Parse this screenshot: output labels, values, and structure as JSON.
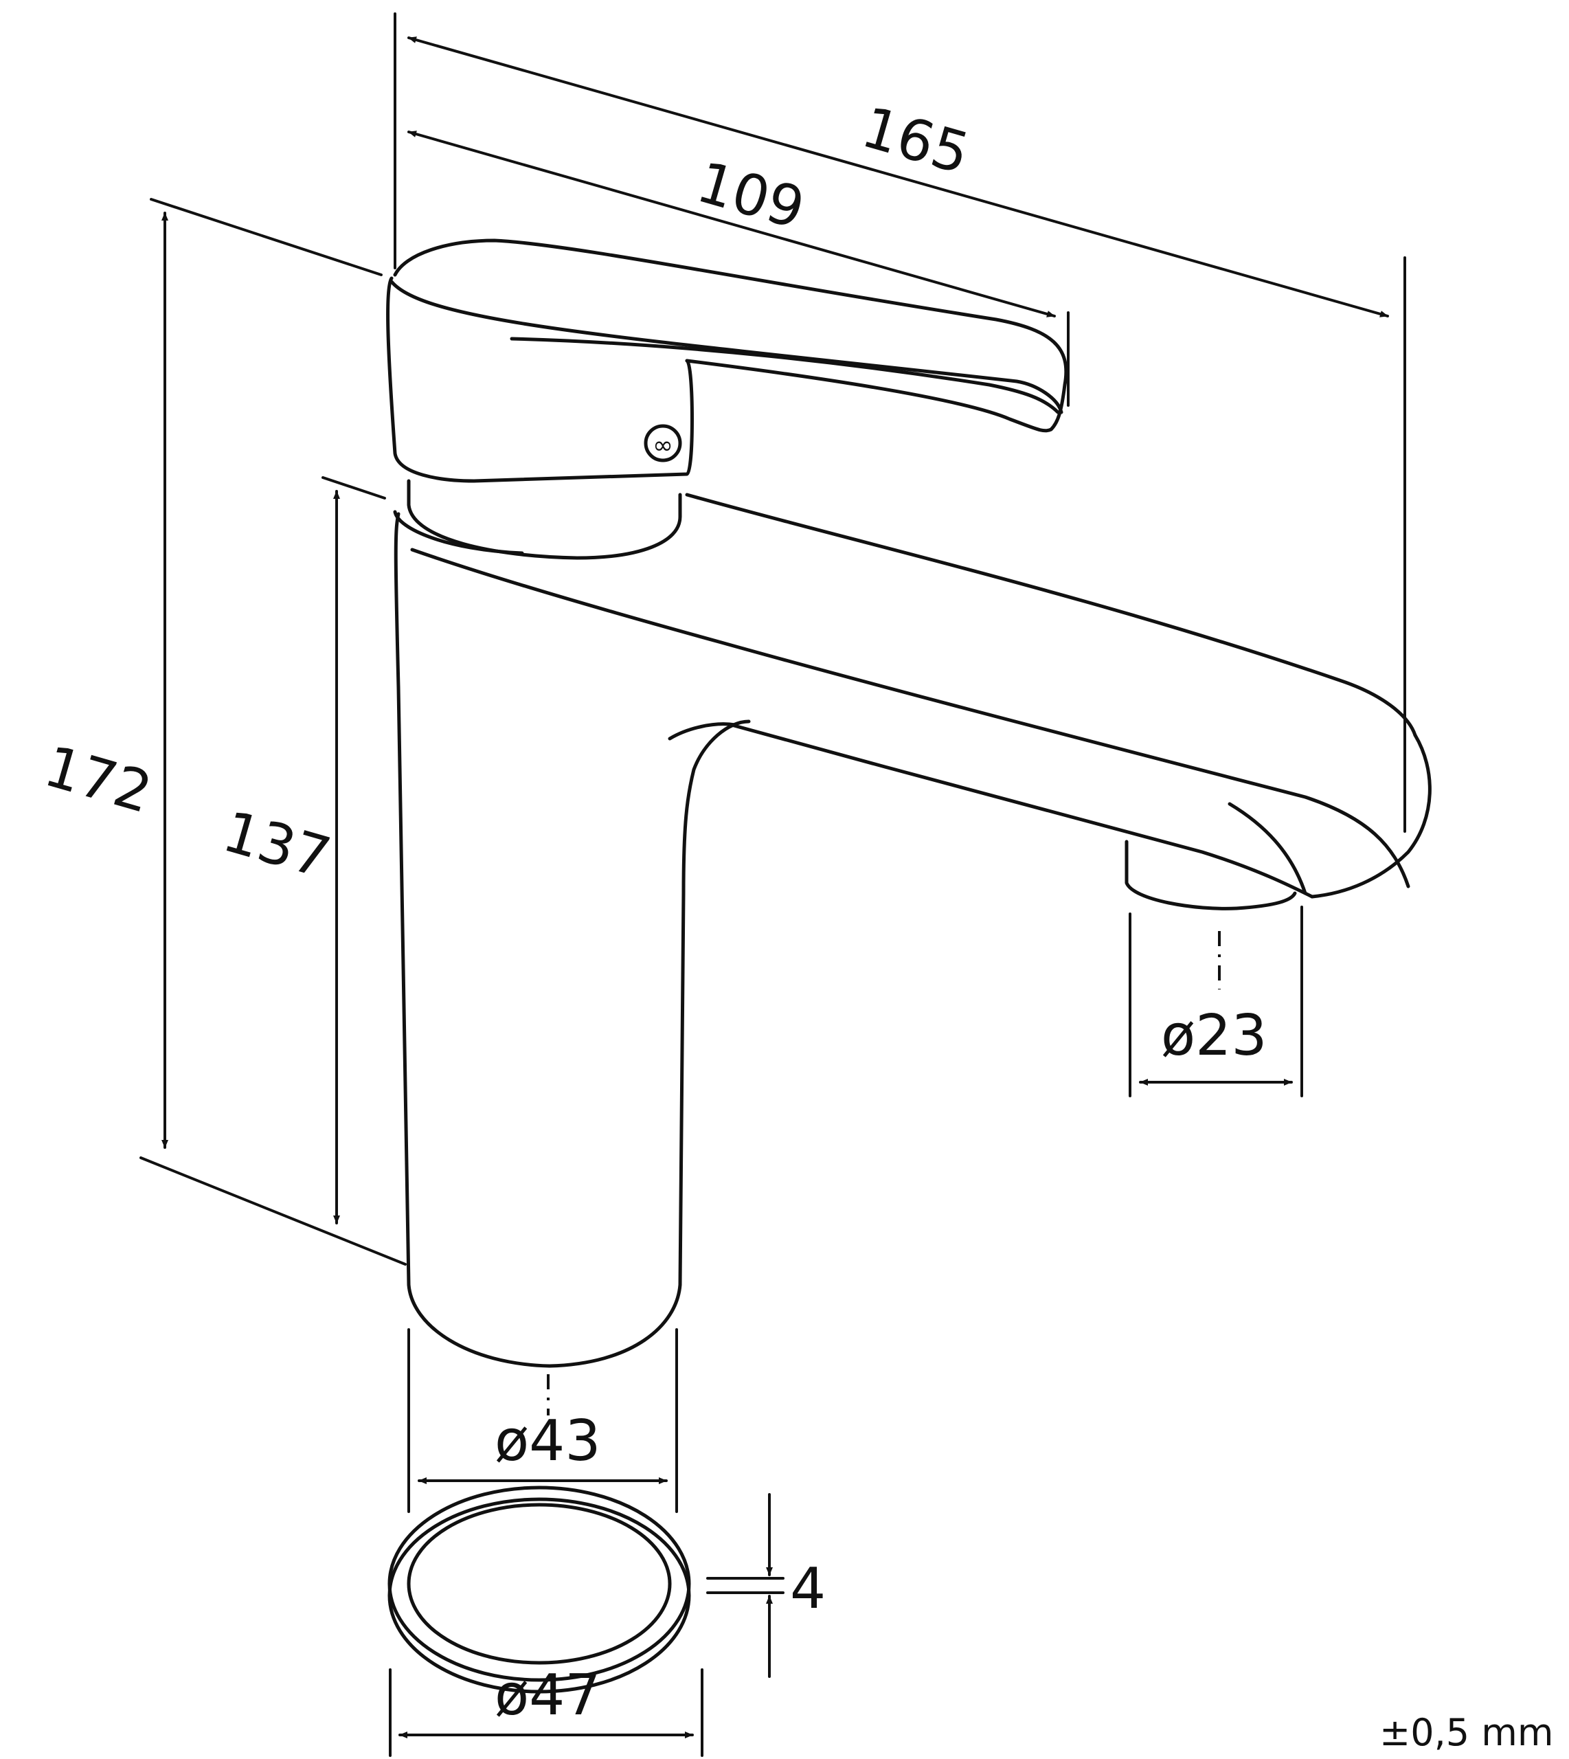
{
  "dimensions": {
    "total_length": "165",
    "lever_length": "109",
    "total_height": "172",
    "spout_height": "137",
    "outlet_diameter": "ø23",
    "base_diameter": "ø43",
    "ring_thickness": "4",
    "ring_diameter": "ø47"
  },
  "tolerance": "±0,5 mm",
  "colors": {
    "line": "#111111",
    "background": "#ffffff"
  }
}
